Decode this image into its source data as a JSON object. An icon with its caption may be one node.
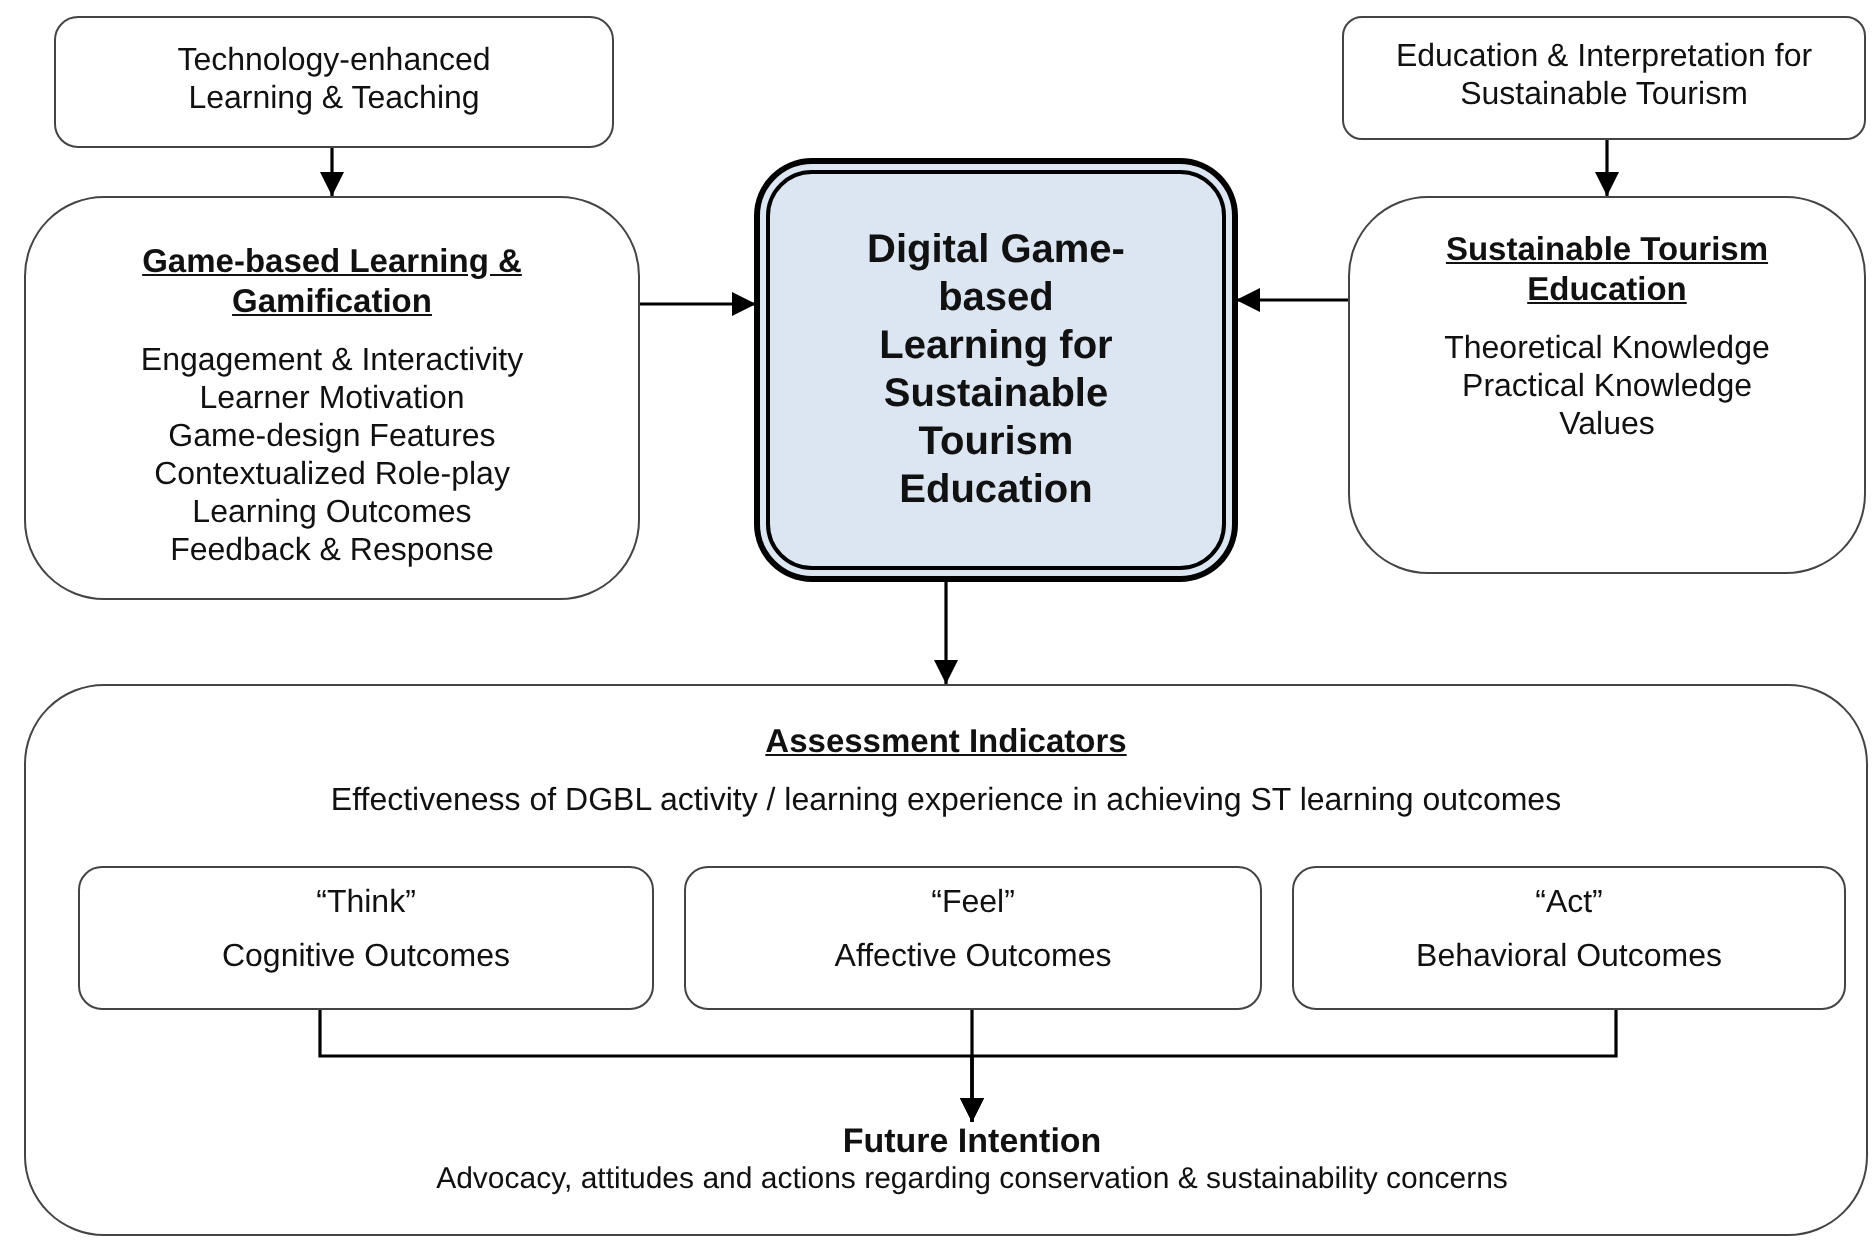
{
  "diagram": {
    "nodes": [
      {
        "text": [
          "Technology-enhanced Learning & Teaching"
        ]
      },
      {
        "text": [
          "Game-based Learning & Gamification",
          "Engagement & Interactivity",
          "Learner Motivation",
          "Game-design Features",
          "Contextualized Role-play",
          "Learning Outcomes",
          "Feedback & Response"
        ]
      },
      {
        "text": [
          "Digital Game-based Learning for Sustainable Tourism Education"
        ]
      },
      {
        "text": [
          "Education & Interpretation for Sustainable Tourism"
        ]
      },
      {
        "text": [
          "Sustainable Tourism Education",
          "Theoretical Knowledge",
          "Practical Knowledge",
          "Values"
        ]
      },
      {
        "text": [
          "Assessment Indicators",
          "Effectiveness of DGBL activity / learning experience in achieving ST learning outcomes"
        ]
      },
      {
        "text": [
          "“Think”",
          "Cognitive Outcomes"
        ],
        "in": 5
      },
      {
        "text": [
          "“Feel”",
          "Affective Outcomes"
        ],
        "in": 5
      },
      {
        "text": [
          "“Act”",
          "Behavioral Outcomes"
        ],
        "in": 5
      },
      {
        "text": [
          "Future Intention",
          "Advocacy, attitudes and actions regarding conservation & sustainability concerns"
        ],
        "in": 5
      }
    ],
    "edges": [
      {
        "from": 0,
        "to": 1,
        "arrow": "to"
      },
      {
        "from": 3,
        "to": 4,
        "arrow": "to"
      },
      {
        "from": 1,
        "to": 2,
        "arrow": "to"
      },
      {
        "from": 4,
        "to": 2,
        "arrow": "to"
      },
      {
        "from": 2,
        "to": 5,
        "arrow": "to"
      },
      {
        "from": 6,
        "to": 9,
        "arrow": "to"
      },
      {
        "from": 7,
        "to": 9,
        "arrow": "to"
      },
      {
        "from": 8,
        "to": 9,
        "arrow": "to"
      }
    ]
  }
}
